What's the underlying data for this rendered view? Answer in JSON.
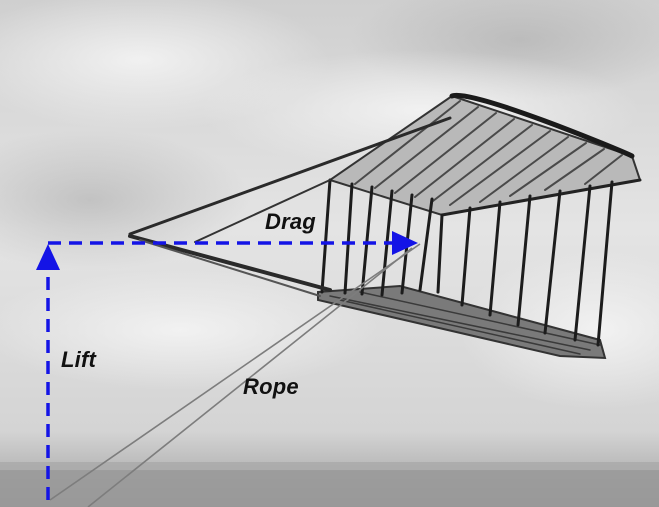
{
  "diagram": {
    "forces": {
      "drag": "Drag",
      "lift": "Lift",
      "rope": "Rope"
    },
    "colors": {
      "arrow": "#1414e6",
      "label": "#111111",
      "sky": "#d9d9d9",
      "frame": "#2a2a2a",
      "rope": "#8a8a8a"
    }
  }
}
